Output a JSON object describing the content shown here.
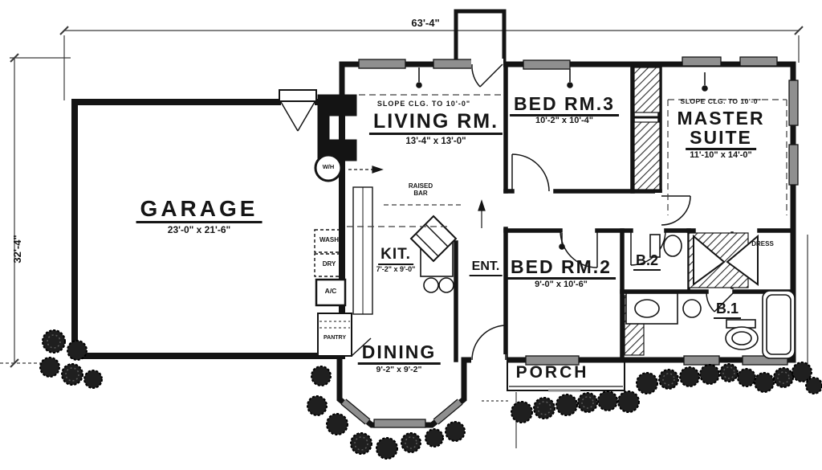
{
  "plan": {
    "dim_width": "63'-4\"",
    "dim_height": "32'-4\"",
    "rooms": {
      "garage": {
        "name": "GARAGE",
        "dims": "23'-0\" x 21'-6\""
      },
      "living": {
        "name": "LIVING RM.",
        "dims": "13'-4\" x 13'-0\"",
        "note": "SLOPE CLG. TO 10'-0\""
      },
      "bed3": {
        "name": "BED RM.3",
        "dims": "10'-2\" x 10'-4\""
      },
      "master": {
        "name1": "MASTER",
        "name2": "SUITE",
        "dims": "11'-10\" x 14'-0\"",
        "note": "SLOPE CLG. TO 10'-0\""
      },
      "kitchen": {
        "name": "KIT.",
        "dims": "7'-2\" x 9'-0\""
      },
      "entry": {
        "name": "ENT."
      },
      "bed2": {
        "name": "BED RM.2",
        "dims": "9'-0\" x 10'-6\""
      },
      "bath2": {
        "name": "B.2"
      },
      "bath1": {
        "name": "B.1"
      },
      "dress": {
        "name": "DRESS"
      },
      "dining": {
        "name": "DINING",
        "dims": "9'-2\" x 9'-2\""
      },
      "porch": {
        "name": "PORCH"
      }
    },
    "equipment": {
      "water_heater": "W/H",
      "raised_bar_line1": "RAISED",
      "raised_bar_line2": "BAR",
      "washer": "WASH",
      "dryer": "DRY",
      "ac": "A/C",
      "pantry": "PANTRY"
    },
    "icons": [
      "bush-icon",
      "toilet-icon",
      "sink-icon",
      "bathtub-icon",
      "door-arc-icon",
      "window-icon",
      "ceiling-light-icon",
      "fireplace-icon",
      "water-heater-icon",
      "range-sink-icon"
    ],
    "colors": {
      "ink": "#141414",
      "paper": "#ffffff",
      "window": "#8f8f8f",
      "foliage": "#1f1f1f"
    }
  }
}
